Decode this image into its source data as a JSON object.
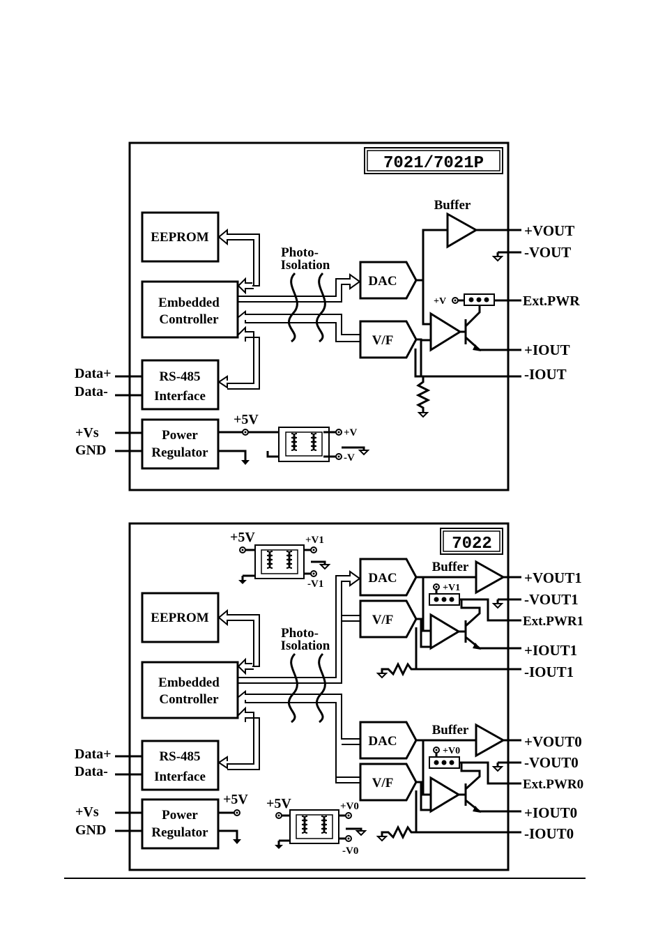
{
  "diagram1": {
    "title": "7021/7021P",
    "eeprom": "EEPROM",
    "controller_line1": "Embedded",
    "controller_line2": "Controller",
    "rs485_line1": "RS-485",
    "rs485_line2": "Interface",
    "power_line1": "Power",
    "power_line2": "Regulator",
    "photo_line1": "Photo-",
    "photo_line2": "Isolation",
    "dac": "DAC",
    "vf": "V/F",
    "buffer": "Buffer",
    "plus5v": "+5V",
    "plus_v_small": "+V",
    "plus_v_out": "+V",
    "minus_v_out": "-V",
    "pins": {
      "vout_plus": "+VOUT",
      "vout_minus": "-VOUT",
      "ext_pwr": "Ext.PWR",
      "iout_plus": "+IOUT",
      "iout_minus": "-IOUT",
      "data_plus": "Data+",
      "data_minus": "Data-",
      "vs": "+Vs",
      "gnd": "GND"
    }
  },
  "diagram2": {
    "title": "7022",
    "eeprom": "EEPROM",
    "controller_line1": "Embedded",
    "controller_line2": "Controller",
    "rs485_line1": "RS-485",
    "rs485_line2": "Interface",
    "power_line1": "Power",
    "power_line2": "Regulator",
    "photo_line1": "Photo-",
    "photo_line2": "Isolation",
    "dac1": "DAC",
    "vf1": "V/F",
    "dac0": "DAC",
    "vf0": "V/F",
    "buffer1": "Buffer",
    "buffer0": "Buffer",
    "plus5v_top": "+5V",
    "plus5v_power": "+5V",
    "plus5v_bottom": "+5V",
    "v1_plus": "+V1",
    "v1_minus": "-V1",
    "v1_jumper": "+V1",
    "v0_plus": "+V0",
    "v0_minus": "-V0",
    "v0_jumper": "+V0",
    "pins": {
      "vout1_plus": "+VOUT1",
      "vout1_minus": "-VOUT1",
      "ext_pwr1": "Ext.PWR1",
      "iout1_plus": "+IOUT1",
      "iout1_minus": "-IOUT1",
      "vout0_plus": "+VOUT0",
      "vout0_minus": "-VOUT0",
      "ext_pwr0": "Ext.PWR0",
      "iout0_plus": "+IOUT0",
      "iout0_minus": "-IOUT0",
      "data_plus": "Data+",
      "data_minus": "Data-",
      "vs": "+Vs",
      "gnd": "GND"
    }
  }
}
